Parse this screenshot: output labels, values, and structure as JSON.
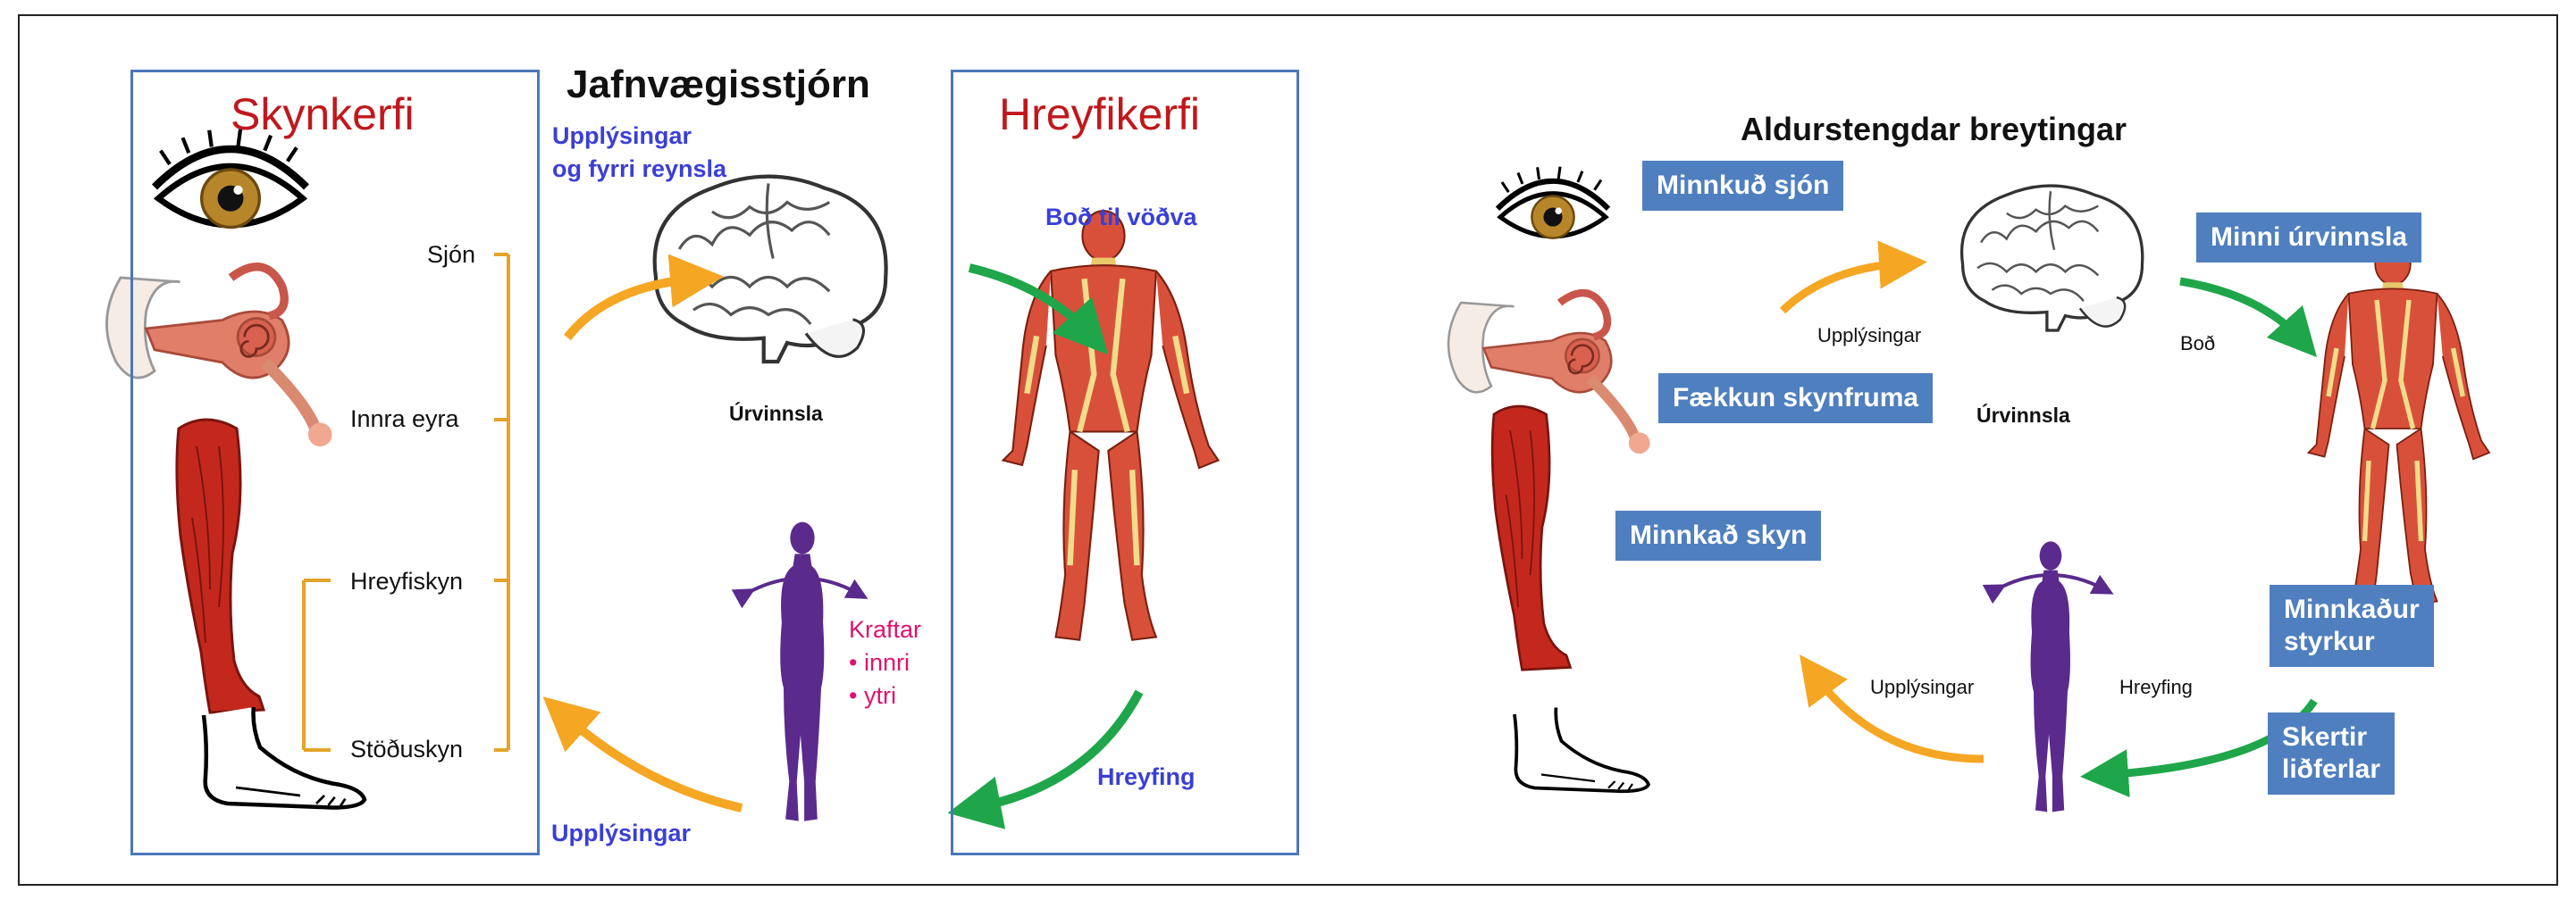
{
  "left": {
    "title": "Jafnvægisstjórn",
    "sensory_title": "Skynkerfi",
    "motor_title": "Hreyfikerfi",
    "info_experience": [
      "Upplýsingar",
      "og fyrri reynsla"
    ],
    "processing": "Úrvinnsla",
    "signal_to_muscles": "Boð til vöðva",
    "movement": "Hreyfing",
    "information": "Upplýsingar",
    "senses": [
      "Sjón",
      "Innra eyra",
      "Hreyfiskyn",
      "Stöðuskyn"
    ],
    "forces": {
      "title": "Kraftar",
      "items": [
        "innri",
        "ytri"
      ]
    }
  },
  "right": {
    "title": "Aldurstengdar breytingar",
    "information": "Upplýsingar",
    "processing": "Úrvinnsla",
    "signal": "Boð",
    "movement": "Hreyfing",
    "information_bottom": "Upplýsingar",
    "changes": {
      "vision": "Minnkuð sjón",
      "processing": "Minni úrvinnsla",
      "receptors": "Fækkun skynfruma",
      "sensation": "Minnkað skyn",
      "strength": [
        "Minnkaður",
        "styrkur"
      ],
      "joints": [
        "Skertir",
        "liðferlar"
      ]
    }
  },
  "colors": {
    "arrow_orange": "#f5a623",
    "arrow_green": "#1fa64a",
    "box_blue": "#4f7fbf",
    "title_red": "#c0181c",
    "text_blue": "#3b3fd6",
    "force_pink": "#e0116e",
    "bracket": "#e5a32a",
    "silhouette": "#5a2a8c"
  },
  "icons": [
    "eye-icon",
    "ear-icon",
    "leg-icon",
    "foot-icon",
    "brain-icon",
    "muscle-body-icon",
    "human-silhouette-icon"
  ]
}
